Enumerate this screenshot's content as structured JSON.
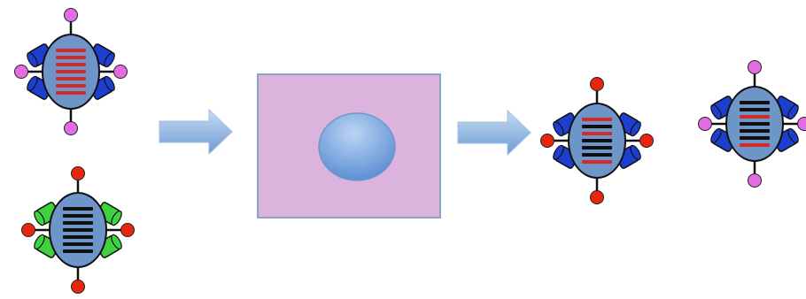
{
  "colors": {
    "background": "#ffffff",
    "capsid_fill": "#6e95c8",
    "capsid_stroke": "#111111",
    "spike_blue": "#1d3fd0",
    "spike_green": "#3fd13f",
    "knob_pink": "#e36ce3",
    "knob_red": "#e8250d",
    "gene_red": "#d32a2a",
    "gene_black": "#101010",
    "cell_fill": "#dcb3dc",
    "cell_stroke": "#8aa3c9",
    "nucleus_top": "#bcd4f3",
    "nucleus_bottom": "#4f86cf",
    "arrow_top": "#c7dbf1",
    "arrow_bottom": "#6d9bd4"
  },
  "diagram": {
    "viruses": [
      {
        "id": "parent-a",
        "spikes": "blue",
        "knobs": "pink",
        "genome": [
          "red",
          "red",
          "red",
          "red",
          "red",
          "red",
          "red"
        ]
      },
      {
        "id": "parent-b",
        "spikes": "green",
        "knobs": "red",
        "genome": [
          "black",
          "black",
          "black",
          "black",
          "black",
          "black",
          "black"
        ]
      },
      {
        "id": "progeny-1",
        "spikes": "blue",
        "knobs": "red",
        "genome": [
          "red",
          "black",
          "red",
          "black",
          "black",
          "black",
          "red"
        ]
      },
      {
        "id": "progeny-2",
        "spikes": "blue",
        "knobs": "pink",
        "genome": [
          "black",
          "black",
          "red",
          "black",
          "black",
          "black",
          "red"
        ]
      }
    ],
    "host_cell": {
      "has_nucleus": true
    },
    "arrows": 2
  }
}
